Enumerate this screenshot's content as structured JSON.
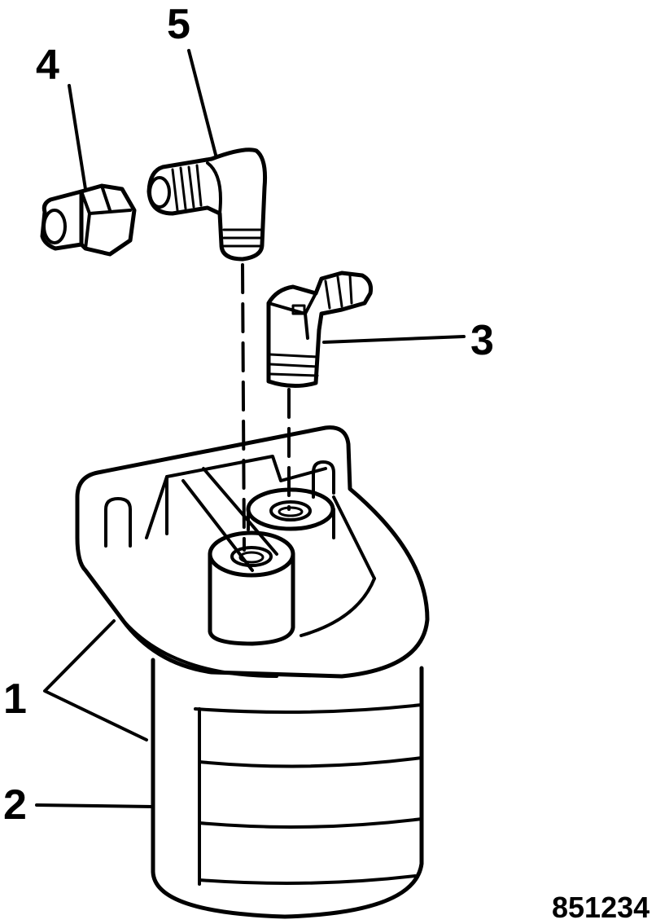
{
  "callouts": {
    "c1": "1",
    "c2": "2",
    "c3": "3",
    "c4": "4",
    "c5": "5"
  },
  "figure_ref": "851234",
  "colors": {
    "ink": "#000000",
    "paper": "#ffffff"
  }
}
